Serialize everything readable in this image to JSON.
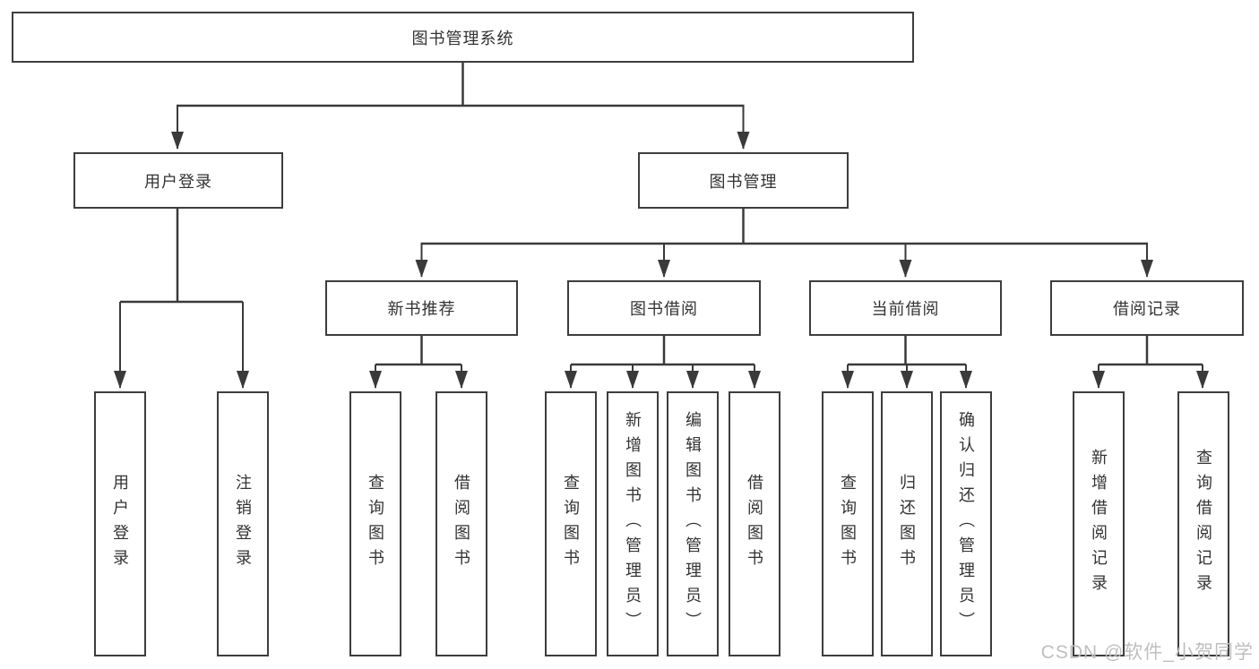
{
  "diagram": {
    "root": {
      "label": "图书管理系统"
    },
    "children": [
      {
        "label": "用户登录",
        "children": [
          {
            "label": "用户登录"
          },
          {
            "label": "注销登录"
          }
        ]
      },
      {
        "label": "图书管理",
        "children": [
          {
            "label": "新书推荐",
            "children": [
              {
                "label": "查询图书"
              },
              {
                "label": "借阅图书"
              }
            ]
          },
          {
            "label": "图书借阅",
            "children": [
              {
                "label": "查询图书"
              },
              {
                "label": "新增图书（管理员）"
              },
              {
                "label": "编辑图书（管理员）"
              },
              {
                "label": "借阅图书"
              }
            ]
          },
          {
            "label": "当前借阅",
            "children": [
              {
                "label": "查询图书"
              },
              {
                "label": "归还图书"
              },
              {
                "label": "确认归还（管理员）"
              }
            ]
          },
          {
            "label": "借阅记录",
            "children": [
              {
                "label": "新增借阅记录"
              },
              {
                "label": "查询借阅记录"
              }
            ]
          }
        ]
      }
    ]
  },
  "watermark": {
    "text": "CSDN @软件_小贺同学"
  },
  "colors": {
    "background": "#ffffff",
    "box_border": "#3d3d3d",
    "connector_line": "#3a3a3a",
    "text": "#333333",
    "watermark_text": "#bfbfbf"
  }
}
